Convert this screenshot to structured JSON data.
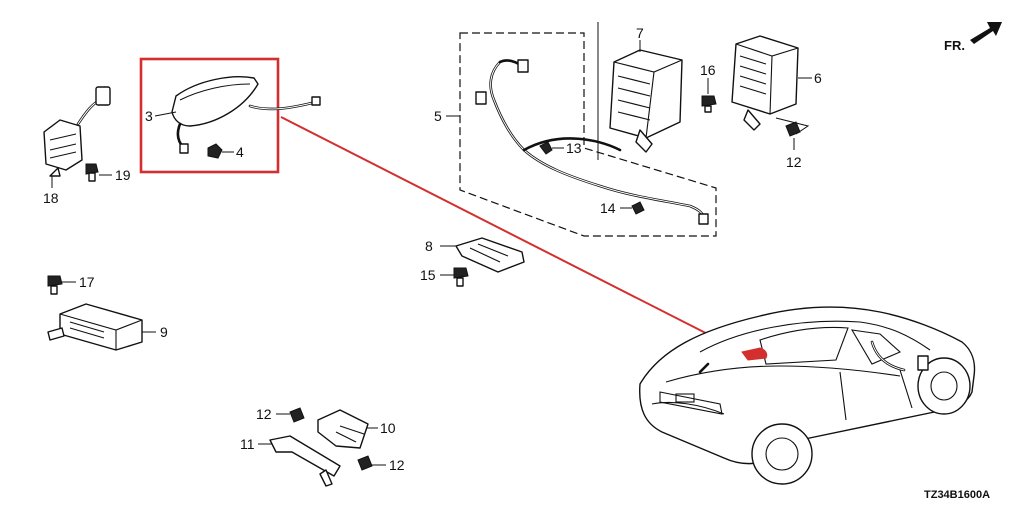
{
  "diagram": {
    "orientation_label": "FR.",
    "diagram_code": "TZ34B1600A",
    "highlight_color": "#d32f2f",
    "callouts": [
      {
        "id": "p3",
        "text": "3"
      },
      {
        "id": "p4",
        "text": "4"
      },
      {
        "id": "p5",
        "text": "5"
      },
      {
        "id": "p6",
        "text": "6"
      },
      {
        "id": "p7",
        "text": "7"
      },
      {
        "id": "p8",
        "text": "8"
      },
      {
        "id": "p9",
        "text": "9"
      },
      {
        "id": "p10",
        "text": "10"
      },
      {
        "id": "p11",
        "text": "11"
      },
      {
        "id": "p12a",
        "text": "12"
      },
      {
        "id": "p12b",
        "text": "12"
      },
      {
        "id": "p12c",
        "text": "12"
      },
      {
        "id": "p13",
        "text": "13"
      },
      {
        "id": "p14",
        "text": "14"
      },
      {
        "id": "p15",
        "text": "15"
      },
      {
        "id": "p16",
        "text": "16"
      },
      {
        "id": "p17",
        "text": "17"
      },
      {
        "id": "p18",
        "text": "18"
      },
      {
        "id": "p19",
        "text": "19"
      }
    ]
  }
}
